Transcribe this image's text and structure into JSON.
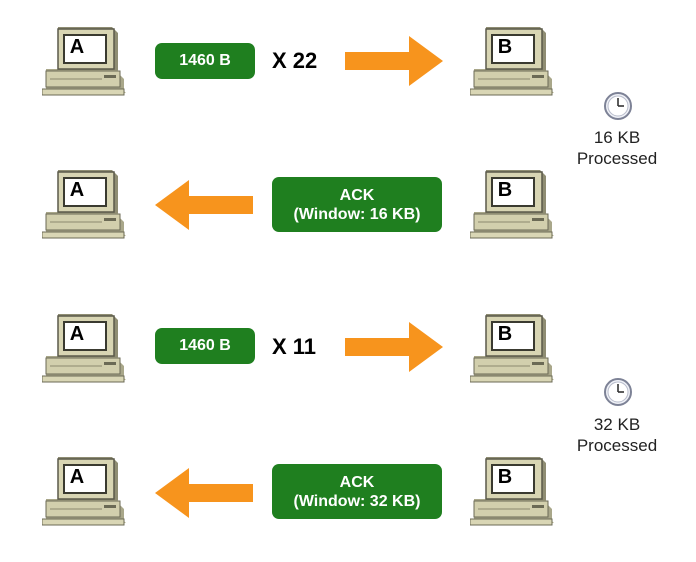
{
  "hosts": {
    "sender": "A",
    "receiver": "B"
  },
  "rounds": [
    {
      "segment_label": "1460 B",
      "multiplier": "X 22",
      "ack_line1": "ACK",
      "ack_line2": "(Window: 16 KB)",
      "processed_amount": "16 KB",
      "processed_label": "Processed"
    },
    {
      "segment_label": "1460 B",
      "multiplier": "X 11",
      "ack_line1": "ACK",
      "ack_line2": "(Window: 32 KB)",
      "processed_amount": "32 KB",
      "processed_label": "Processed"
    }
  ],
  "colors": {
    "packet_pill": "#1f7f1f",
    "arrow": "#f7941d",
    "computer_body": "#c9c6a4",
    "computer_shadow": "#6b6a55"
  },
  "icons": {
    "computer": "desktop-computer-icon",
    "arrow_right": "arrow-right-icon",
    "arrow_left": "arrow-left-icon",
    "clock": "clock-icon"
  }
}
